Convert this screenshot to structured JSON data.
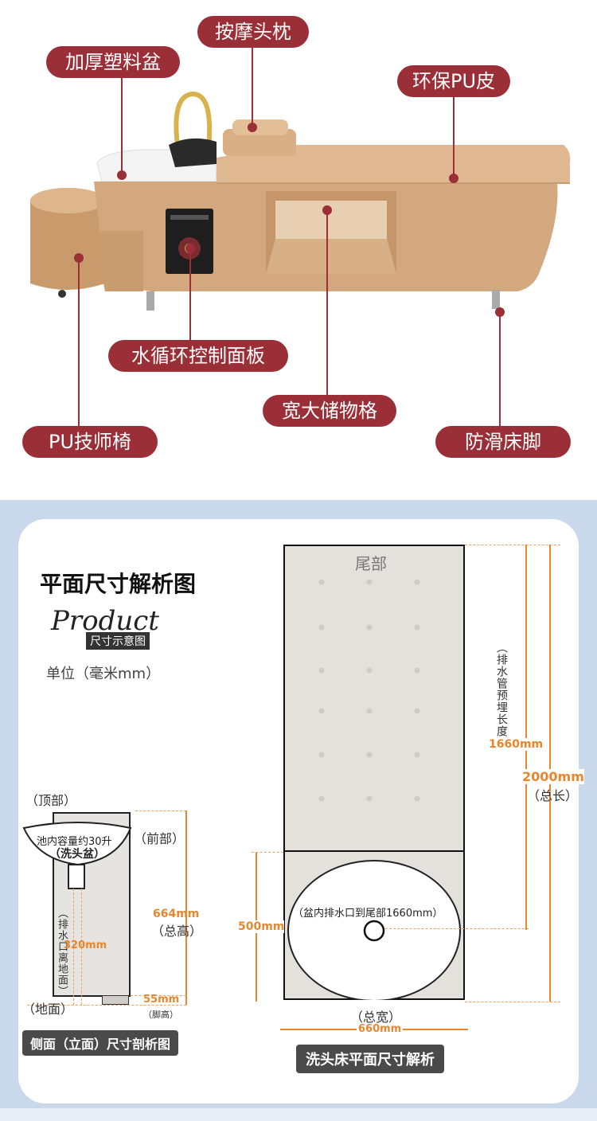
{
  "callouts": {
    "basin": "加厚塑料盆",
    "pillow": "按摩头枕",
    "leather": "环保PU皮",
    "panel": "水循环控制面板",
    "storage": "宽大储物格",
    "chair": "PU技师椅",
    "feet": "防滑床脚"
  },
  "plan": {
    "title": "平面尺寸解析图",
    "product_script": "Product",
    "product_tag": "尺寸示意图",
    "unit": "单位（毫米mm）"
  },
  "side": {
    "top": "（顶部）",
    "front": "（前部）",
    "ground": "（地面）",
    "capacity_line1": "池内容量约30升",
    "capacity_line2": "（洗头盆）",
    "drain_label": "（排水口离地面）",
    "drain_value": "320mm",
    "height_value": "664mm",
    "height_label": "（总高）",
    "feet_value": "55mm",
    "feet_label": "（脚高）",
    "caption": "侧面（立面）尺寸剖析图"
  },
  "top_view": {
    "tail": "尾部",
    "pipe_label": "（排水管预埋长度）",
    "pipe_value": "1660mm",
    "length_value": "2000mm",
    "length_label": "（总长）",
    "basin_value": "500mm",
    "drain_note": "（盆内排水口到尾部1660mm）",
    "width_label": "（总宽）",
    "width_value": "660mm",
    "caption": "洗头床平面尺寸解析"
  },
  "colors": {
    "accent": "#9b2f37",
    "dimension": "#e8862d",
    "leather": "#d6ad84",
    "background": "#c9d8eb"
  }
}
